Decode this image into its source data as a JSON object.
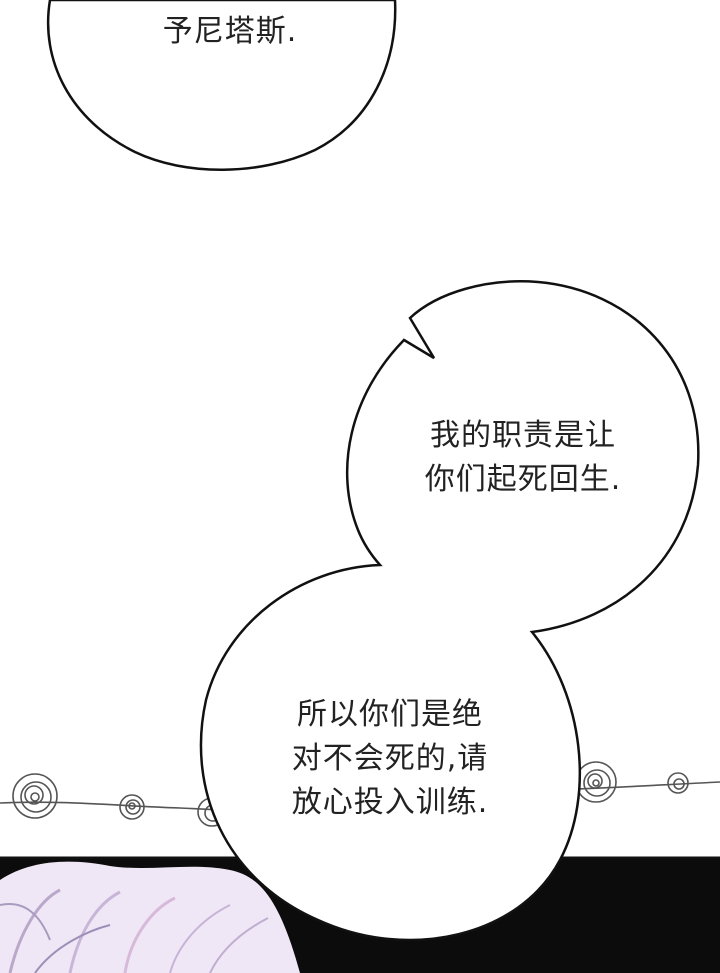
{
  "page": {
    "colors": {
      "background": "#ffffff",
      "bubble_fill": "#ffffff",
      "bubble_outline": "#111111",
      "text": "#222222",
      "bottom_band": "#0c0c0c",
      "rose_ink": "#555555"
    }
  },
  "bubbles": {
    "top": {
      "lines": [
        "予尼塔斯."
      ]
    },
    "middle": {
      "lines": [
        "我的职责是让",
        "你们起死回生."
      ]
    },
    "bottom": {
      "lines": [
        "所以你们是绝",
        "对不会死的,请",
        "放心投入训练."
      ]
    }
  }
}
